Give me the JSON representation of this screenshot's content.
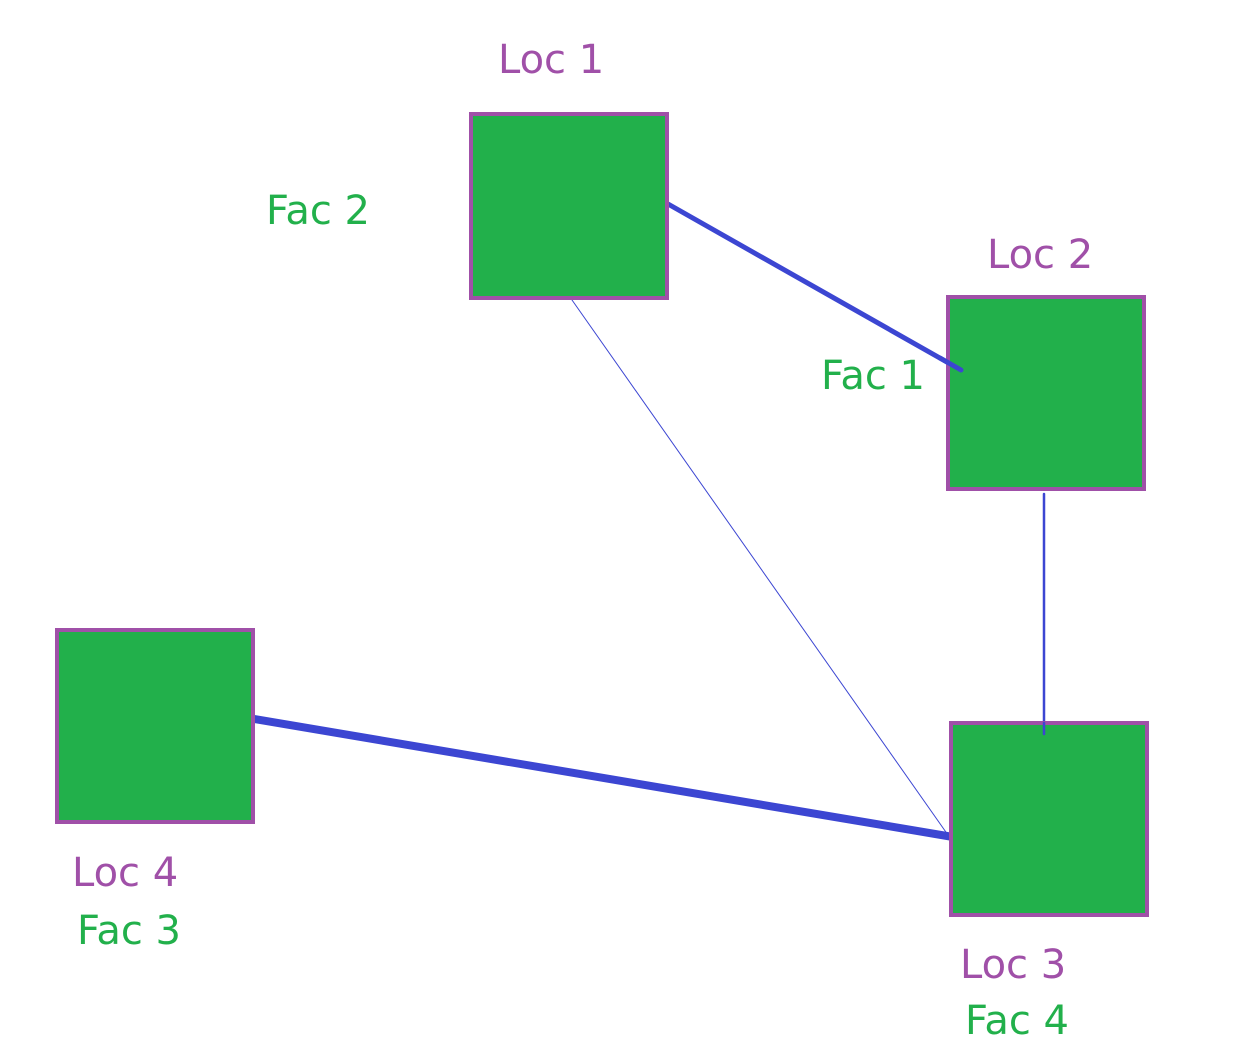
{
  "colors": {
    "location": "#a050a8",
    "facility": "#22b04b",
    "box_fill": "#22b04b",
    "box_border": "#a050a8",
    "link": "#3c46d2",
    "background": "#ffffff"
  },
  "locations": [
    {
      "id": "loc1",
      "name": "Loc 1"
    },
    {
      "id": "loc2",
      "name": "Loc 2"
    },
    {
      "id": "loc3",
      "name": "Loc 3"
    },
    {
      "id": "loc4",
      "name": "Loc 4"
    }
  ],
  "facilities": [
    {
      "id": "fac1",
      "name": "Fac 1"
    },
    {
      "id": "fac2",
      "name": "Fac 2"
    },
    {
      "id": "fac3",
      "name": "Fac 3"
    },
    {
      "id": "fac4",
      "name": "Fac 4"
    }
  ],
  "links": [
    {
      "from": "loc1",
      "to": "loc2",
      "weight": "medium"
    },
    {
      "from": "loc1",
      "to": "loc3",
      "weight": "thin"
    },
    {
      "from": "loc2",
      "to": "loc3",
      "weight": "light"
    },
    {
      "from": "loc4",
      "to": "loc3",
      "weight": "heavy"
    }
  ]
}
